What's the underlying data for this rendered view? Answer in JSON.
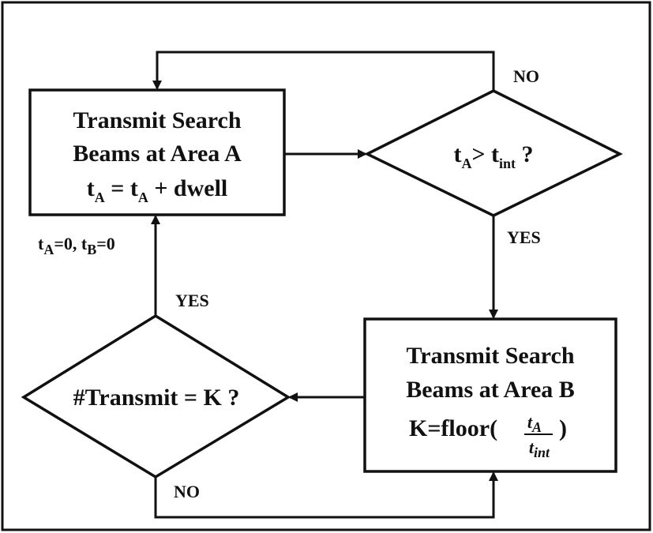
{
  "box_a": {
    "line1": "Transmit Search",
    "line2": "Beams at Area A",
    "line3_left_base": "t",
    "line3_left_sub": "A",
    "line3_eq": " = ",
    "line3_right_base": "t",
    "line3_right_sub": "A",
    "line3_tail": " + dwell"
  },
  "decision_a": {
    "base": "t",
    "sub_a": "A",
    "op": "> t",
    "sub_int": "int",
    "tail": " ?"
  },
  "box_b": {
    "line1": "Transmit Search",
    "line2": "Beams at Area B",
    "line3_prefix": "K=floor(",
    "frac_num_base": "t",
    "frac_num_sub": "A",
    "frac_den_base": "t",
    "frac_den_sub": "int",
    "line3_suffix": ")"
  },
  "decision_b": {
    "text": "#Transmit = K ?"
  },
  "init_label": {
    "ta": "t",
    "ta_sub": "A",
    "ta_val": "=0, t",
    "tb_sub": "B",
    "tb_val": "=0"
  },
  "edge_labels": {
    "no_top": "NO",
    "yes_right": "YES",
    "yes_left": "YES",
    "no_bottom": "NO"
  }
}
